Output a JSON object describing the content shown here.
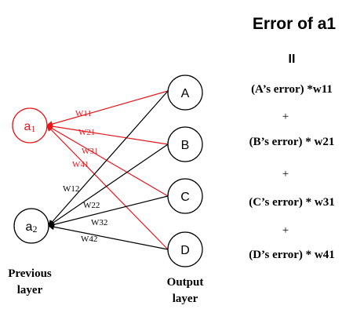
{
  "colors": {
    "error": "#e8151b",
    "normal": "#000000"
  },
  "nodes": {
    "a1": {
      "base": "a",
      "sub": "1"
    },
    "a2": {
      "base": "a",
      "sub": "2"
    },
    "A": "A",
    "B": "B",
    "C": "C",
    "D": "D"
  },
  "weights": {
    "w11": "W11",
    "w21": "W21",
    "w31": "W31",
    "w41": "W41",
    "w12": "W12",
    "w22": "W22",
    "w32": "W32",
    "w42": "W42"
  },
  "labels": {
    "previous_layer": [
      "Previous",
      "layer"
    ],
    "output_layer": [
      "Output",
      "layer"
    ]
  },
  "equation": {
    "title": "Error of a1",
    "equals": "II",
    "terms": [
      "(A’s error) *w11",
      "(B’s error) * w21",
      "(C’s error) * w31",
      "(D’s error) * w41"
    ],
    "plus": "+"
  }
}
